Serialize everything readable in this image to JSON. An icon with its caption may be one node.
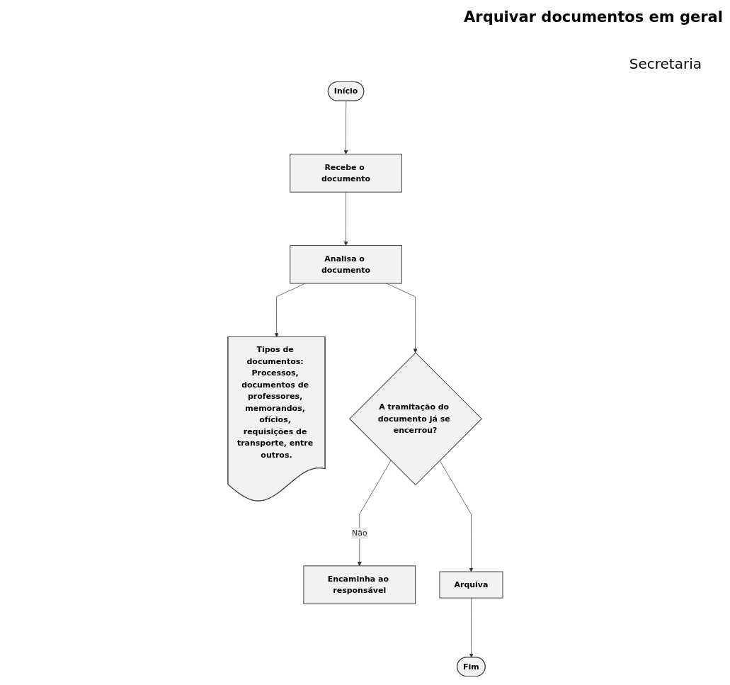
{
  "diagram": {
    "title": "Arquivar documentos em geral",
    "nodes": [
      {
        "text": [
          "Início"
        ]
      },
      {
        "text": [
          "Recebe o documento"
        ]
      },
      {
        "text": [
          "Analisa o documento"
        ]
      },
      {
        "text": [
          "Tipos de documentos: Processos, documentos de professores, memorandos, ofícios, requisições de transporte, entre outros."
        ]
      },
      {
        "text": [
          "A tramitação do documento já se encerrou?"
        ]
      },
      {
        "text": [
          "Encaminha ao responsável"
        ]
      },
      {
        "text": [
          "Arquiva"
        ]
      },
      {
        "text": [
          "Fim"
        ]
      }
    ],
    "edges": [
      {
        "from": 0,
        "to": 1,
        "arrow": "to"
      },
      {
        "from": 1,
        "to": 2,
        "arrow": "to"
      },
      {
        "from": 2,
        "to": 3,
        "arrow": "to"
      },
      {
        "from": 2,
        "to": 4,
        "arrow": "to"
      },
      {
        "from": 4,
        "to": 5,
        "arrow": "to",
        "label": "Não"
      },
      {
        "from": 4,
        "to": 6,
        "arrow": "to"
      },
      {
        "from": 6,
        "to": 7,
        "arrow": "to"
      }
    ],
    "labels": [
      "Secretaria"
    ]
  }
}
